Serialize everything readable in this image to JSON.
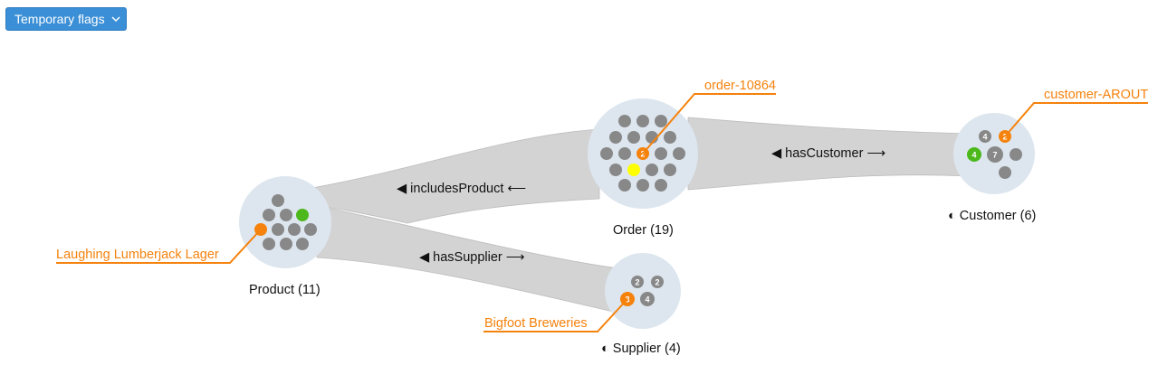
{
  "toolbar": {
    "flags_label": "Temporary flags",
    "flags_icon": "chevron-down-icon"
  },
  "colors": {
    "accent_button": "#3a8fd6",
    "edge": "#d3d3d3",
    "node_bg": "#dde6ef",
    "dot": "#888888",
    "highlight_orange": "#f5820d",
    "highlight_green": "#4cb81c",
    "highlight_yellow": "#ffff00"
  },
  "edges": [
    {
      "id": "includesProduct",
      "label": "◀ includesProduct ⟵"
    },
    {
      "id": "hasCustomer",
      "label": "◀ hasCustomer ⟶"
    },
    {
      "id": "hasSupplier",
      "label": "◀ hasSupplier ⟶"
    }
  ],
  "nodes": [
    {
      "id": "product",
      "label": "Product (11)",
      "count": 11
    },
    {
      "id": "order",
      "label": "Order (19)",
      "count": 19
    },
    {
      "id": "customer",
      "label": "◐ Customer (6)",
      "count": 6
    },
    {
      "id": "supplier",
      "label": "◐ Supplier (4)",
      "count": 4
    }
  ],
  "badges": {
    "order": [
      "2"
    ],
    "customer": [
      "4",
      "2",
      "4",
      "7"
    ],
    "supplier": [
      "2",
      "2",
      "3",
      "4"
    ]
  },
  "callouts": [
    {
      "id": "product",
      "text": "Laughing Lumberjack Lager"
    },
    {
      "id": "order",
      "text": "order-10864"
    },
    {
      "id": "customer",
      "text": "customer-AROUT"
    },
    {
      "id": "supplier",
      "text": "Bigfoot Breweries"
    }
  ]
}
